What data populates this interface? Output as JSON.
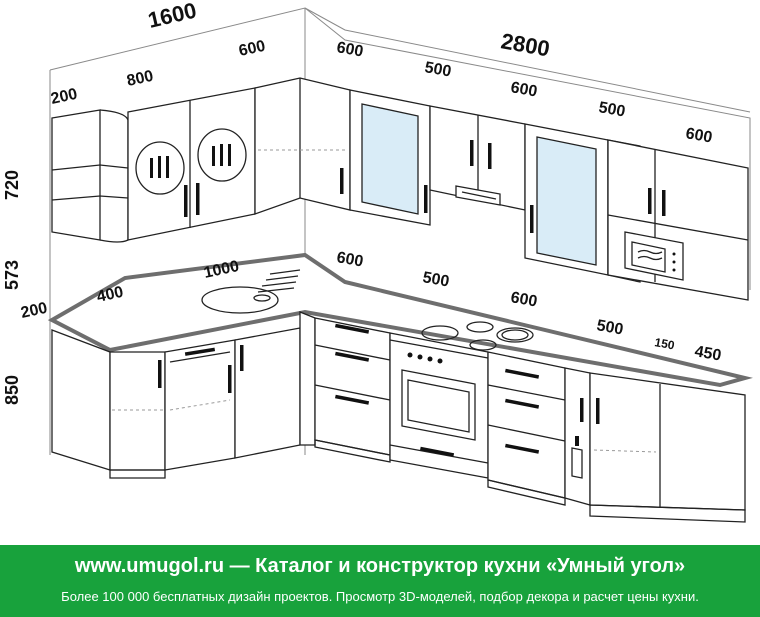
{
  "dimensions": {
    "total_left": "1600",
    "total_right": "2800",
    "height_upper": "720",
    "height_gap": "573",
    "height_lower": "850",
    "upper_200": "200",
    "upper_800": "800",
    "upper_600_corner": "600",
    "upper_600_glass": "600",
    "upper_500_hood": "500",
    "upper_600_glass2": "600",
    "upper_500_r": "500",
    "upper_600_micro": "600",
    "lower_200": "200",
    "lower_400": "400",
    "lower_1000": "1000",
    "lower_600_a": "600",
    "lower_500_hob": "500",
    "lower_600_b": "600",
    "lower_500_c": "500",
    "lower_150": "150",
    "lower_450": "450"
  },
  "footer": {
    "title": "www.umugol.ru — Каталог и конструктор кухни «Умный угол»",
    "subtitle": "Более 100 000 бесплатных дизайн проектов. Просмотр 3D-моделей, подбор декора и расчет цены кухни."
  },
  "colors": {
    "footer_bg": "#18a23c",
    "glass": "#d9ecf7"
  }
}
